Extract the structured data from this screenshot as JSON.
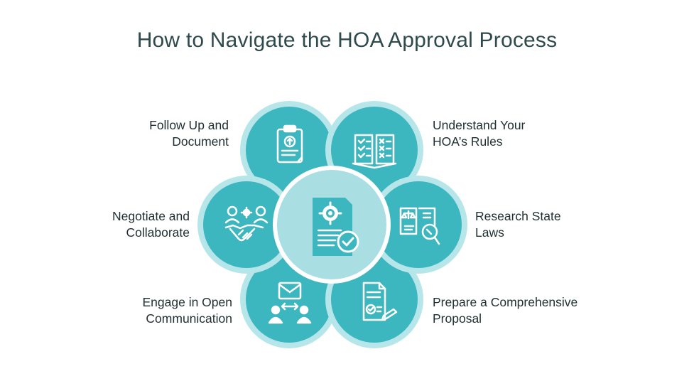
{
  "title": "How to Navigate the HOA Approval Process",
  "colors": {
    "petal_fill": "#3cb6bf",
    "petal_ring": "#b7e6ea",
    "center_fill": "#a9dee3",
    "icon_white": "#ffffff",
    "icon_dark": "#3cb6bf",
    "text": "#1f2f30",
    "title": "#2e4a4c"
  },
  "steps": [
    {
      "id": "follow-up",
      "lines": [
        "Follow Up and",
        "Document"
      ],
      "icon": "clipboard-icon"
    },
    {
      "id": "understand",
      "lines": [
        "Understand Your",
        "HOA’s Rules"
      ],
      "icon": "checklist-book-icon"
    },
    {
      "id": "negotiate",
      "lines": [
        "Negotiate and",
        "Collaborate"
      ],
      "icon": "handshake-icon"
    },
    {
      "id": "research",
      "lines": [
        "Research State",
        "Laws"
      ],
      "icon": "law-book-magnifier-icon"
    },
    {
      "id": "engage",
      "lines": [
        "Engage in Open",
        "Communication"
      ],
      "icon": "communication-icon"
    },
    {
      "id": "prepare",
      "lines": [
        "Prepare a Comprehensive",
        "Proposal"
      ],
      "icon": "proposal-document-icon"
    }
  ],
  "center": {
    "icon": "approved-certificate-icon"
  }
}
